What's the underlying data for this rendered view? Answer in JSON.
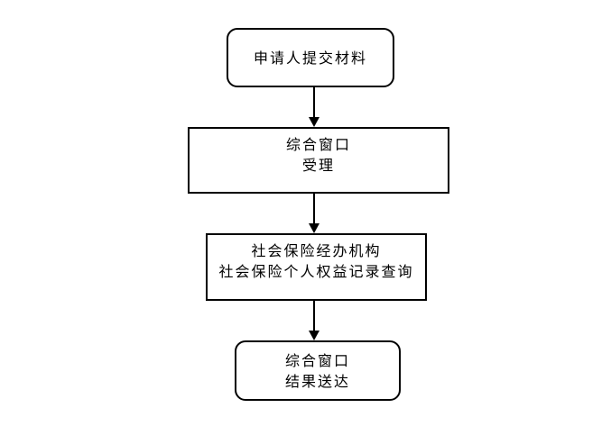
{
  "diagram": {
    "type": "flowchart",
    "background_color": "#ffffff",
    "line_color": "#000000",
    "text_color": "#000000",
    "nodes": [
      {
        "id": "applicant-submit",
        "shape": "rounded",
        "lines": [
          "申请人提交材料"
        ]
      },
      {
        "id": "window-accept",
        "shape": "rect",
        "lines": [
          "综合窗口",
          "受理"
        ]
      },
      {
        "id": "agency-query",
        "shape": "rect",
        "lines": [
          "社会保险经办机构",
          "社会保险个人权益记录查询"
        ]
      },
      {
        "id": "window-deliver",
        "shape": "rounded",
        "lines": [
          "综合窗口",
          "结果送达"
        ]
      }
    ],
    "edges": [
      {
        "from": "applicant-submit",
        "to": "window-accept",
        "direction": "down"
      },
      {
        "from": "window-accept",
        "to": "agency-query",
        "direction": "down"
      },
      {
        "from": "agency-query",
        "to": "window-deliver",
        "direction": "down"
      }
    ]
  }
}
